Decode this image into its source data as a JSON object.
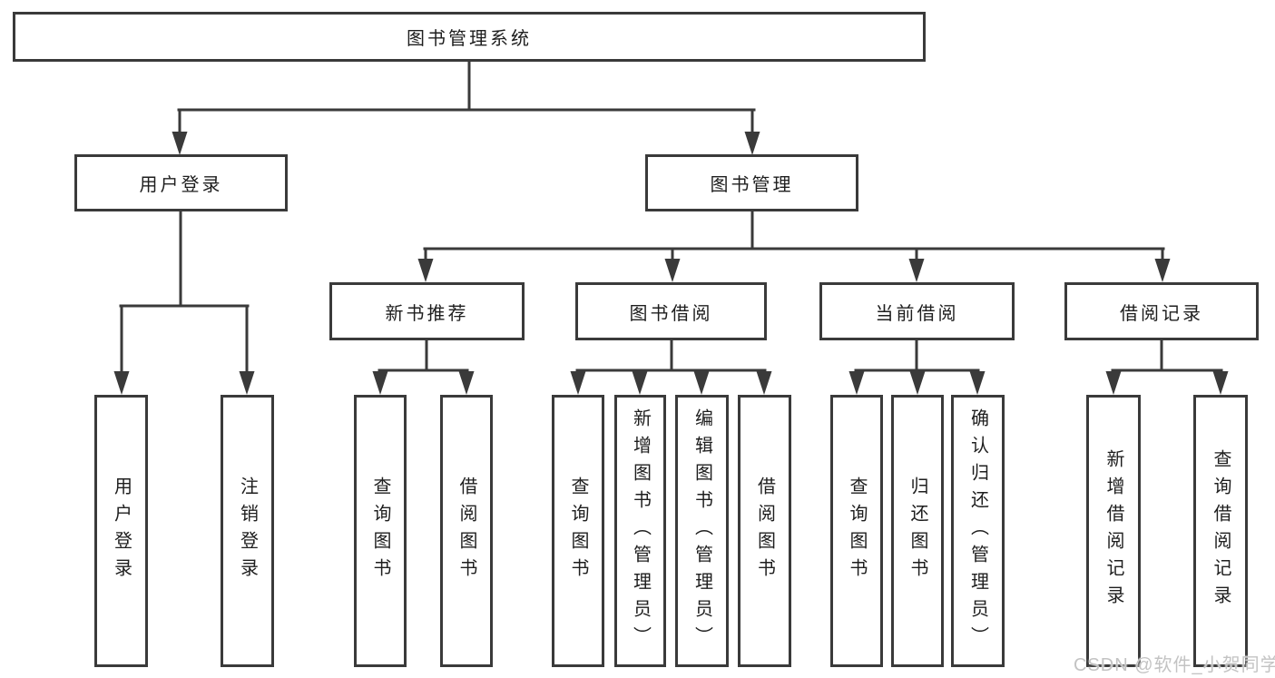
{
  "diagram": {
    "root": "图书管理系统",
    "level2": [
      "用户登录",
      "图书管理"
    ],
    "level3": [
      "新书推荐",
      "图书借阅",
      "当前借阅",
      "借阅记录"
    ],
    "leaves": [
      "用户登录",
      "注销登录",
      "查询图书",
      "借阅图书",
      "查询图书",
      "新增图书（管理员）",
      "编辑图书（管理员）",
      "借阅图书",
      "查询图书",
      "归还图书",
      "确认归还（管理员）",
      "新增借阅记录",
      "查询借阅记录"
    ]
  },
  "watermark": "CSDN @软件_小贺同学",
  "colors": {
    "line": "#3a3a3a",
    "box_border": "#3a3a3a",
    "text": "#1e1e1e",
    "watermark": "#c3c3c3",
    "background": "#ffffff"
  }
}
